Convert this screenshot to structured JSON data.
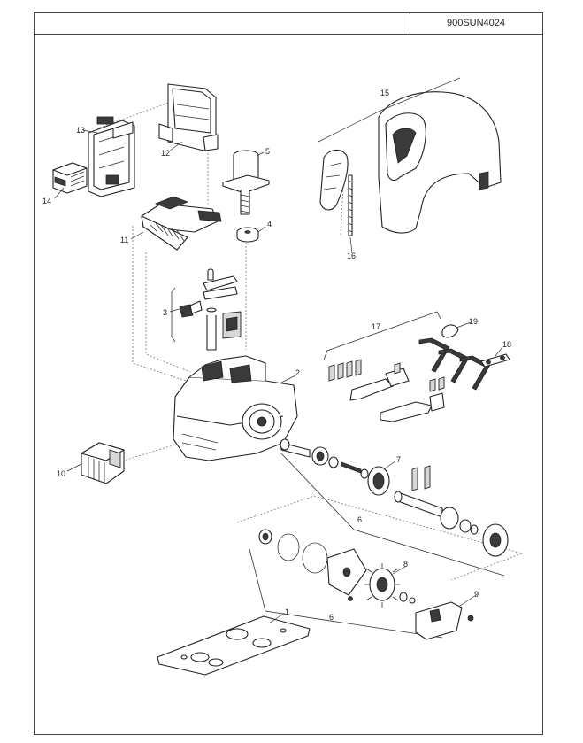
{
  "header": {
    "document_code": "900SUN4024"
  },
  "callouts": {
    "c1": "1",
    "c2": "2",
    "c3": "3",
    "c4": "4",
    "c5": "5",
    "c6a": "6",
    "c6b": "6",
    "c7": "7",
    "c8": "8",
    "c9": "9",
    "c10": "10",
    "c11": "11",
    "c12": "12",
    "c13": "13",
    "c14": "14",
    "c15": "15",
    "c16": "16",
    "c17": "17",
    "c18": "18",
    "c19": "19"
  }
}
